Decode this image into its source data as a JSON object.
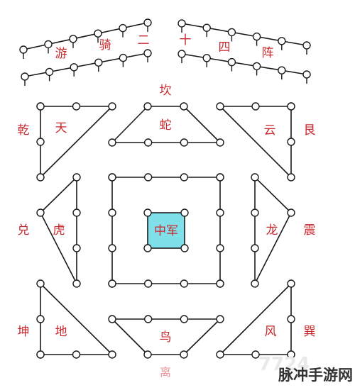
{
  "diagram": {
    "labels": {
      "top_row": [
        "游",
        "骑",
        "二",
        "十",
        "四",
        "阵"
      ],
      "kan": "坎",
      "she": "蛇",
      "qian": "乾",
      "tian": "天",
      "yun": "云",
      "gen": "艮",
      "dui": "兑",
      "hu": "虎",
      "center": "中军",
      "long": "龙",
      "zhen": "震",
      "kun": "坤",
      "di": "地",
      "niao": "鸟",
      "li": "离",
      "feng": "风",
      "xun": "巽"
    },
    "colors": {
      "label_red": "#c8282d",
      "label_pink": "#e8959a",
      "center_box": "#7fe0ea",
      "line": "#1a1a1a"
    }
  },
  "watermark": {
    "number": "7724",
    "text": "脉冲手游网"
  }
}
